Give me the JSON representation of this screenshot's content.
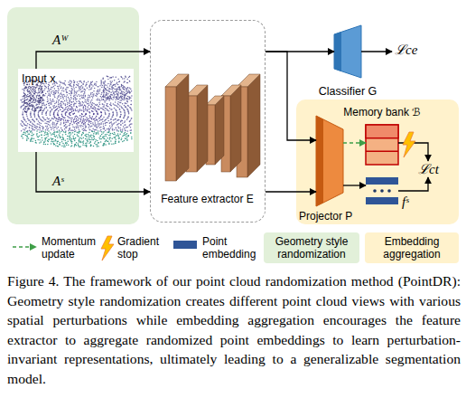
{
  "diagram": {
    "caption": "Figure 4. The framework of our point cloud randomization method (PointDR): Geometry style randomization creates different point cloud views with various spatial perturbations while embedding aggregation encourages the feature extractor to aggregate randomized point embeddings to learn perturbation-invariant representations, ultimately leading to a generalizable segmentation model.",
    "nodes": [
      {
        "text": [
          "Input x"
        ]
      },
      {
        "text": [
          "Feature extractor E"
        ]
      },
      {
        "text": [
          "Classifier G"
        ]
      },
      {
        "text": [
          "Projector P"
        ]
      },
      {
        "text": [
          "Memory bank ℬ"
        ]
      },
      {
        "text": [
          "fˢ"
        ]
      }
    ],
    "edges": [
      {
        "from": 0,
        "to": 1,
        "arrow": "to",
        "label": "Aᵂ"
      },
      {
        "from": 0,
        "to": 1,
        "arrow": "to",
        "label": "Aˢ"
      },
      {
        "from": 1,
        "to": 2,
        "arrow": "to"
      },
      {
        "from": 1,
        "to": 3,
        "arrow": "to"
      },
      {
        "from": 1,
        "to": 3,
        "arrow": "to"
      },
      {
        "from": 3,
        "to": 4,
        "arrow": "to"
      },
      {
        "from": 3,
        "to": 5,
        "arrow": "to"
      }
    ],
    "labels": [
      "ℒce",
      "ℒct"
    ],
    "legend": [
      {
        "text": "Momentum update"
      },
      {
        "text": "Gradient stop"
      },
      {
        "text": "Point embedding",
        "color": "#2f5597"
      },
      {
        "text": "Geometry style randomization",
        "color": "#e2f0d9"
      },
      {
        "text": "Embedding aggregation",
        "color": "#fff2cc"
      }
    ]
  }
}
